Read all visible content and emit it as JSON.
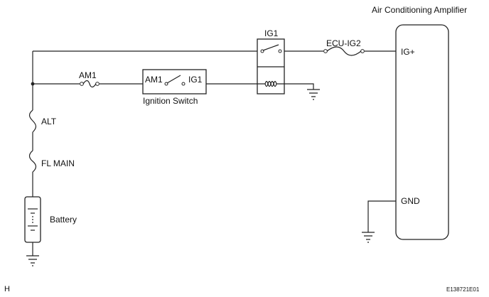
{
  "diagram": {
    "amplifier_title": "Air Conditioning Amplifier",
    "amplifier_pins": {
      "ig_plus": "IG+",
      "gnd": "GND"
    },
    "relay_label": "IG1",
    "fuse_ecu_ig2": "ECU-IG2",
    "fuse_am1": "AM1",
    "ignition_switch": {
      "caption": "Ignition Switch",
      "left_terminal": "AM1",
      "right_terminal": "IG1"
    },
    "fusible_link_alt": "ALT",
    "fusible_link_fl_main": "FL MAIN",
    "battery_label": "Battery",
    "corner_letter": "H",
    "figure_code": "E138721E01"
  }
}
